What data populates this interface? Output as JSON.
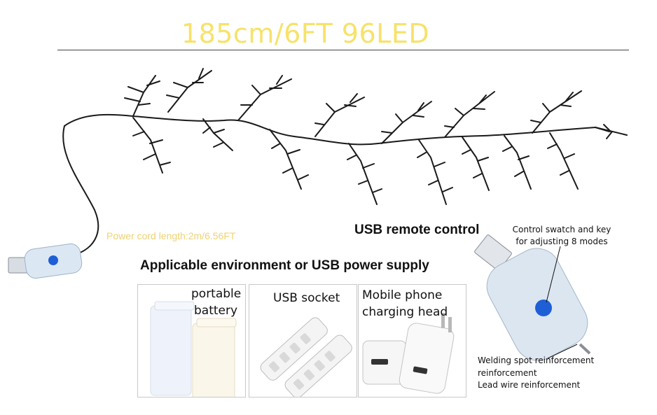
{
  "title": "185cm/6FT 96LED",
  "power_cord_label": "Power cord length:2m/6.56FT",
  "usb_remote_heading": "USB remote control",
  "control_switch_label_line1": "Control swatch and key",
  "control_switch_label_line2": "for adjusting 8 modes",
  "environment_heading": "Applicable environment or USB power supply",
  "panels": [
    {
      "label_line1": "portable",
      "label_line2": "battery"
    },
    {
      "label_line1": "USB socket",
      "label_line2": ""
    },
    {
      "label_line1": "Mobile phone",
      "label_line2": "charging head"
    }
  ],
  "welding_label_line1": "Welding spot reinforcement",
  "welding_label_line2": "reinforcement",
  "lead_wire_label": "Lead wire reinforcement",
  "colors": {
    "title": "#f7e26a",
    "cord_label": "#f0d270",
    "wire": "#1a1a1a",
    "button_blue": "#1f5fd6"
  }
}
